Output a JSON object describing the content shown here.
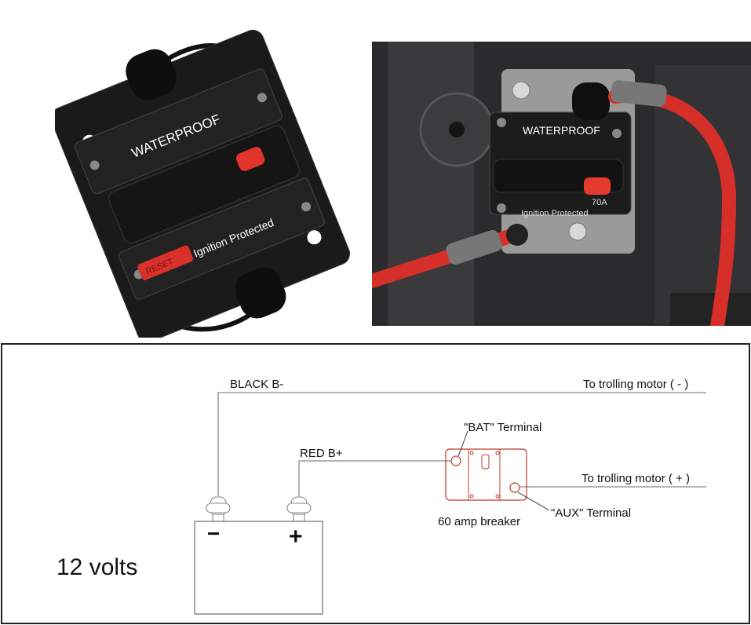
{
  "photos": {
    "left": {
      "waterproof": "WATERPROOF",
      "ignition": "Ignition Protected",
      "reset": "RESET"
    },
    "right": {
      "waterproof": "WATERPROOF",
      "rating": "70A",
      "ignition": "Ignition Protected"
    }
  },
  "diagram": {
    "black_label": "BLACK B-",
    "red_label": "RED B+",
    "to_motor_neg": "To trolling motor ( - )",
    "to_motor_pos": "To trolling motor ( + )",
    "bat_terminal": "\"BAT\" Terminal",
    "aux_terminal": "\"AUX\" Terminal",
    "breaker_label": "60 amp breaker",
    "battery_label": "12 volts",
    "minus": "−",
    "plus": "+"
  },
  "colors": {
    "breaker_outline": "#c0392b",
    "wire": "#888888",
    "cable_red": "#d62f2a",
    "breaker_body": "#1c1c1c"
  }
}
